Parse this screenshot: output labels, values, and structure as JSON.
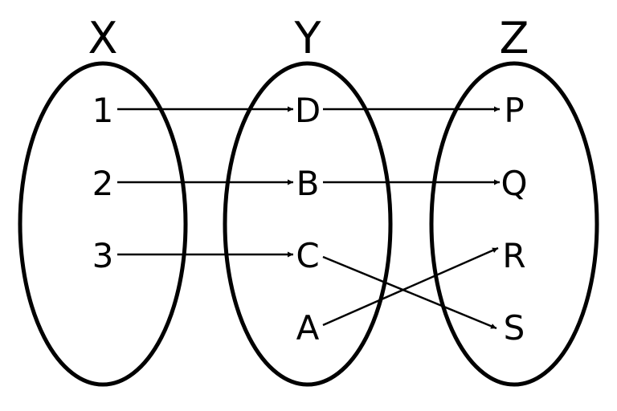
{
  "sets": [
    {
      "id": "X",
      "title": "X",
      "elements": [
        "1",
        "2",
        "3"
      ]
    },
    {
      "id": "Y",
      "title": "Y",
      "elements": [
        "D",
        "B",
        "C",
        "A"
      ]
    },
    {
      "id": "Z",
      "title": "Z",
      "elements": [
        "P",
        "Q",
        "R",
        "S"
      ]
    }
  ],
  "mappings": [
    {
      "from": "1",
      "to": "D"
    },
    {
      "from": "2",
      "to": "B"
    },
    {
      "from": "3",
      "to": "C"
    },
    {
      "from": "D",
      "to": "P"
    },
    {
      "from": "B",
      "to": "Q"
    },
    {
      "from": "C",
      "to": "S"
    },
    {
      "from": "A",
      "to": "R"
    }
  ],
  "colors": {
    "stroke": "#000000",
    "background": "#ffffff"
  }
}
